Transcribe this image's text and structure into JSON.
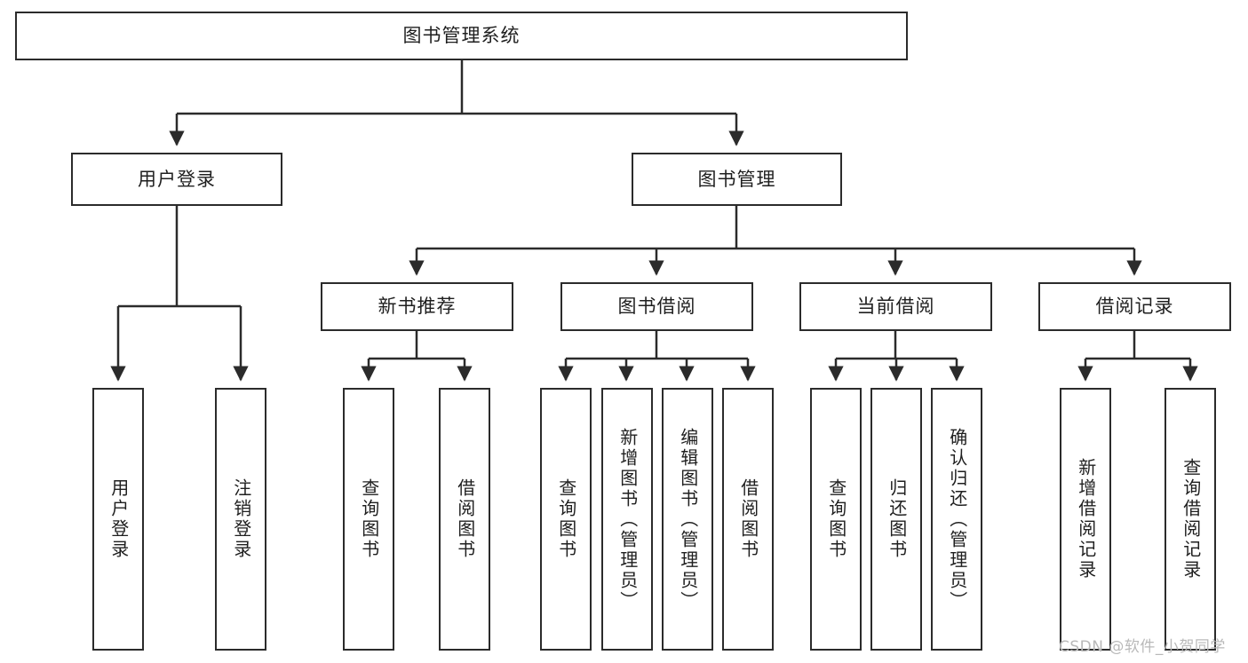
{
  "diagram": {
    "type": "tree-hierarchy",
    "title": "图书管理系统",
    "watermark": "CSDN @软件_小贺同学",
    "colors": {
      "box_border": "#2b2b2b",
      "box_fill": "#ffffff",
      "edge": "#2b2b2b",
      "text": "#1f1f1f",
      "watermark": "#b9b9b9",
      "background": "#ffffff"
    },
    "root": {
      "label": "图书管理系统"
    },
    "level2": [
      {
        "label": "用户登录"
      },
      {
        "label": "图书管理"
      }
    ],
    "level3": [
      {
        "label": "新书推荐"
      },
      {
        "label": "图书借阅"
      },
      {
        "label": "当前借阅"
      },
      {
        "label": "借阅记录"
      }
    ],
    "leaves": {
      "user_login": [
        {
          "label": "用户登录"
        },
        {
          "label": "注销登录"
        }
      ],
      "new_book": [
        {
          "label": "查询图书"
        },
        {
          "label": "借阅图书"
        }
      ],
      "borrow_book": [
        {
          "label": "查询图书"
        },
        {
          "label": "新增图书（管理员）"
        },
        {
          "label": "编辑图书（管理员）"
        },
        {
          "label": "借阅图书"
        }
      ],
      "current_borrow": [
        {
          "label": "查询图书"
        },
        {
          "label": "归还图书"
        },
        {
          "label": "确认归还（管理员）"
        }
      ],
      "borrow_record": [
        {
          "label": "新增借阅记录"
        },
        {
          "label": "查询借阅记录"
        }
      ]
    }
  }
}
